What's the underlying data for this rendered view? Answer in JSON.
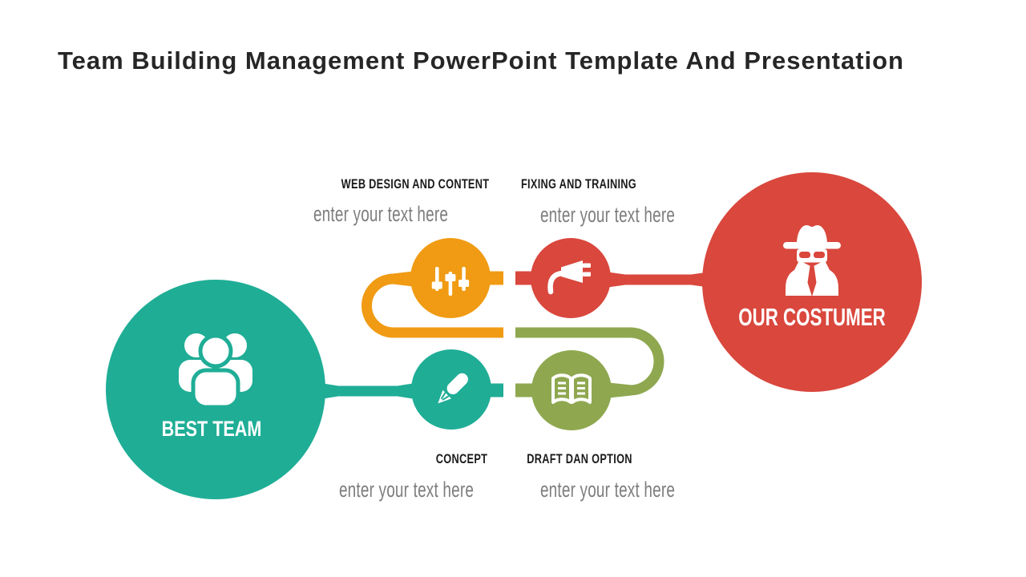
{
  "slide": {
    "title": "Team Building Management PowerPoint Template And Presentation"
  },
  "nodes": {
    "best_team": {
      "label": "BEST TEAM",
      "color": "#1FAD96",
      "icon": "people-icon"
    },
    "our_costumer": {
      "label": "OUR COSTUMER",
      "color": "#D9473D",
      "icon": "spy-icon"
    }
  },
  "steps": [
    {
      "heading": "WEB DESIGN AND CONTENT",
      "placeholder": "enter your text here",
      "color": "#F09B13",
      "icon": "sliders-icon"
    },
    {
      "heading": "FIXING AND TRAINING",
      "placeholder": "enter your text here",
      "color": "#D9473D",
      "icon": "plug-icon"
    },
    {
      "heading": "CONCEPT",
      "placeholder": "enter your text here",
      "color": "#1FAD96",
      "icon": "pencil-icon"
    },
    {
      "heading": "DRAFT DAN OPTION",
      "placeholder": "enter your text here",
      "color": "#8FA850",
      "icon": "book-icon"
    }
  ],
  "colors": {
    "teal": "#1FAD96",
    "orange": "#F09B13",
    "red": "#D9473D",
    "olive": "#8FA850",
    "heading_text": "#1b1b1b",
    "muted_text": "#7d7d7d",
    "title_text": "#262626",
    "background": "#ffffff"
  }
}
